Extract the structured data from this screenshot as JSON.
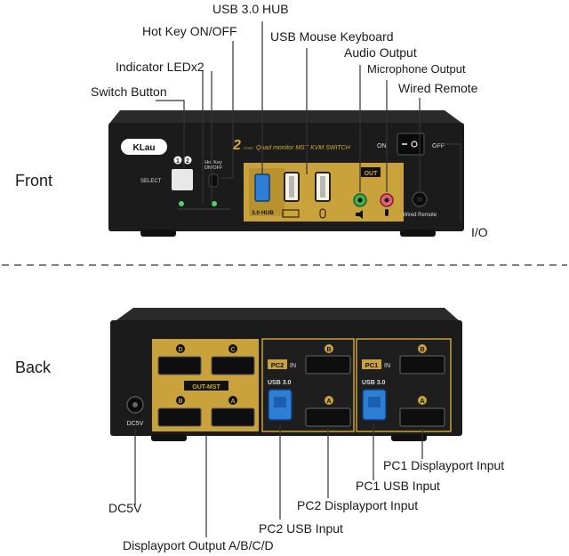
{
  "sections": {
    "front": "Front",
    "back": "Back"
  },
  "front_labels": {
    "usb_hub": "USB 3.0 HUB",
    "hot_key": "Hot Key ON/OFF",
    "usb_mouse_keyboard": "USB Mouse Keyboard",
    "audio_output": "Audio Output",
    "indicator_led": "Indicator LEDx2",
    "microphone_output": "Microphone Output",
    "switch_button": "Switch Button",
    "wired_remote": "Wired Remote",
    "io": "I/O"
  },
  "back_labels": {
    "dc5v": "DC5V",
    "pc1_displayport": "PC1 Displayport Input",
    "pc1_usb": "PC1 USB Input",
    "pc2_displayport": "PC2 Displayport Input",
    "pc2_usb": "PC2 USB Input",
    "displayport_output": "Displayport Output A/B/C/D"
  },
  "front_panel": {
    "brand": "KLau",
    "model_prefix": "2",
    "model_port": "PORT",
    "model_text": "Quad monitor MST KVM SWITCH",
    "num_1": "1",
    "num_2": "2",
    "select": "SELECT",
    "hotkey_text_1": "Hot Key",
    "hotkey_text_2": "ON/OFF",
    "on": "ON",
    "off": "OFF",
    "out": "OUT",
    "hub_text": "3.0 HUB",
    "wired_remote_text": "Wired Remote"
  },
  "back_panel": {
    "dc5v": "DC5V",
    "port_d": "D",
    "port_c": "C",
    "port_b": "B",
    "port_a": "A",
    "out_mst": "OUT-MST",
    "pc2": "PC2",
    "pc1": "PC1",
    "in": "IN",
    "usb30": "USB 3.0"
  },
  "colors": {
    "device_body": "#1b1b1b",
    "gold_panel": "#c9a23c",
    "usb_blue": "#2d7fd6",
    "audio_green": "#3fae49",
    "mic_pink": "#e0607a",
    "led_green": "#53d16a"
  }
}
